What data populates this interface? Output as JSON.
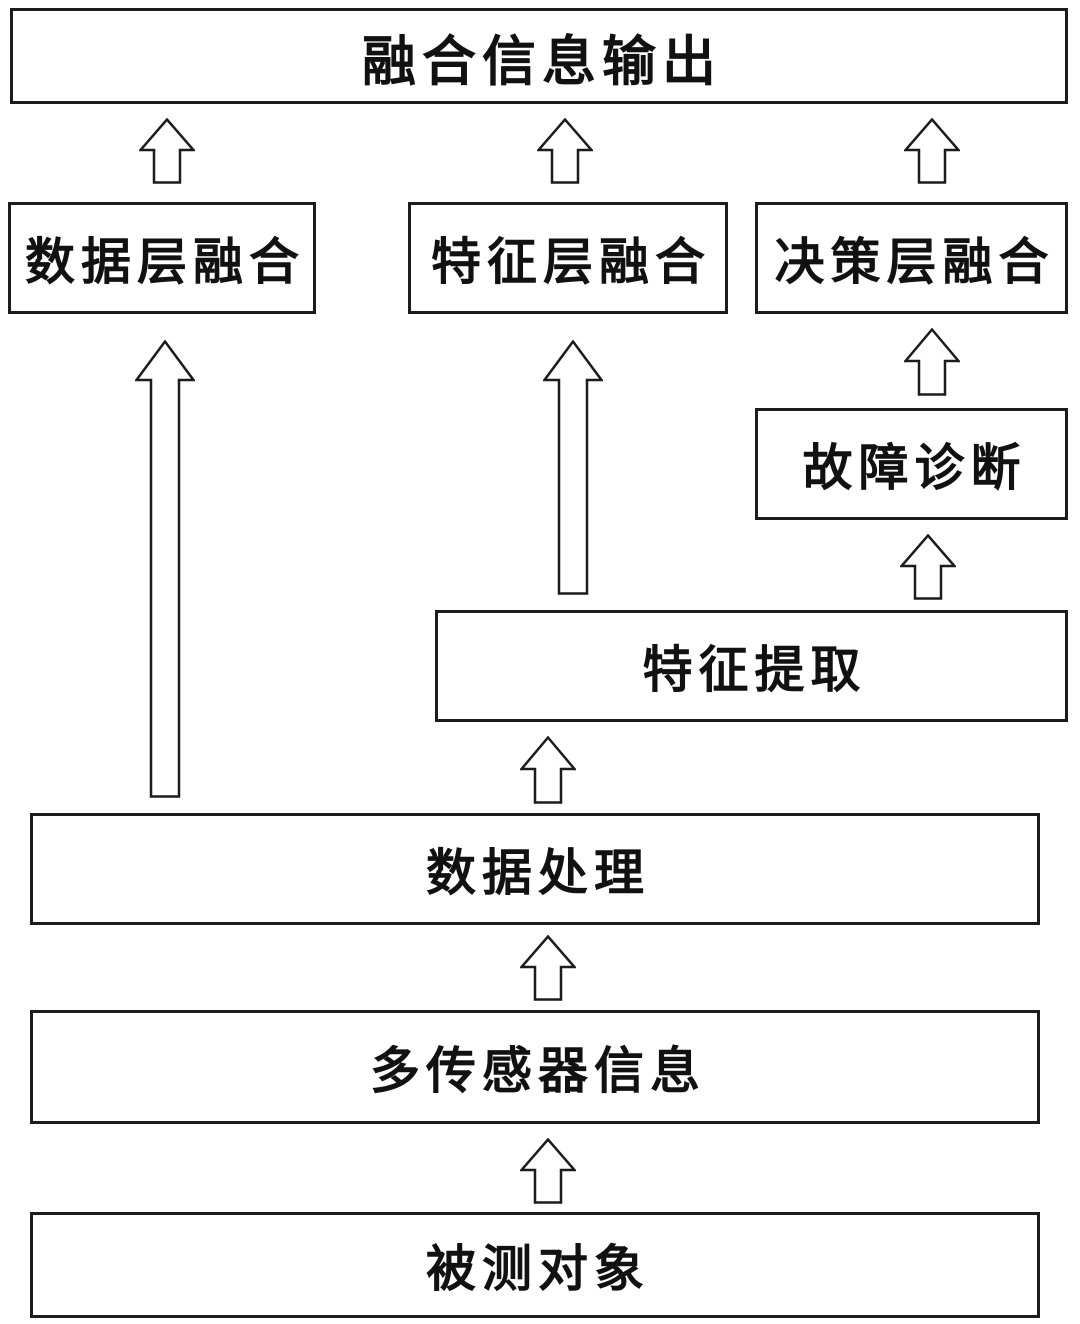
{
  "nodes": {
    "output": {
      "label": "融合信息输出"
    },
    "data_layer_fusion": {
      "label": "数据层融合"
    },
    "feature_layer_fusion": {
      "label": "特征层融合"
    },
    "decision_layer_fusion": {
      "label": "决策层融合"
    },
    "fault_diagnosis": {
      "label": "故障诊断"
    },
    "feature_extraction": {
      "label": "特征提取"
    },
    "data_processing": {
      "label": "数据处理"
    },
    "multi_sensor_info": {
      "label": "多传感器信息"
    },
    "measured_object": {
      "label": "被测对象"
    }
  },
  "edges": [
    {
      "from": "measured_object",
      "to": "multi_sensor_info"
    },
    {
      "from": "multi_sensor_info",
      "to": "data_processing"
    },
    {
      "from": "data_processing",
      "to": "feature_extraction"
    },
    {
      "from": "data_processing",
      "to": "data_layer_fusion"
    },
    {
      "from": "feature_extraction",
      "to": "feature_layer_fusion"
    },
    {
      "from": "feature_extraction",
      "to": "fault_diagnosis"
    },
    {
      "from": "fault_diagnosis",
      "to": "decision_layer_fusion"
    },
    {
      "from": "data_layer_fusion",
      "to": "output"
    },
    {
      "from": "feature_layer_fusion",
      "to": "output"
    },
    {
      "from": "decision_layer_fusion",
      "to": "output"
    }
  ],
  "colors": {
    "border": "#1c1c1c",
    "background": "#ffffff",
    "text": "#111111"
  }
}
